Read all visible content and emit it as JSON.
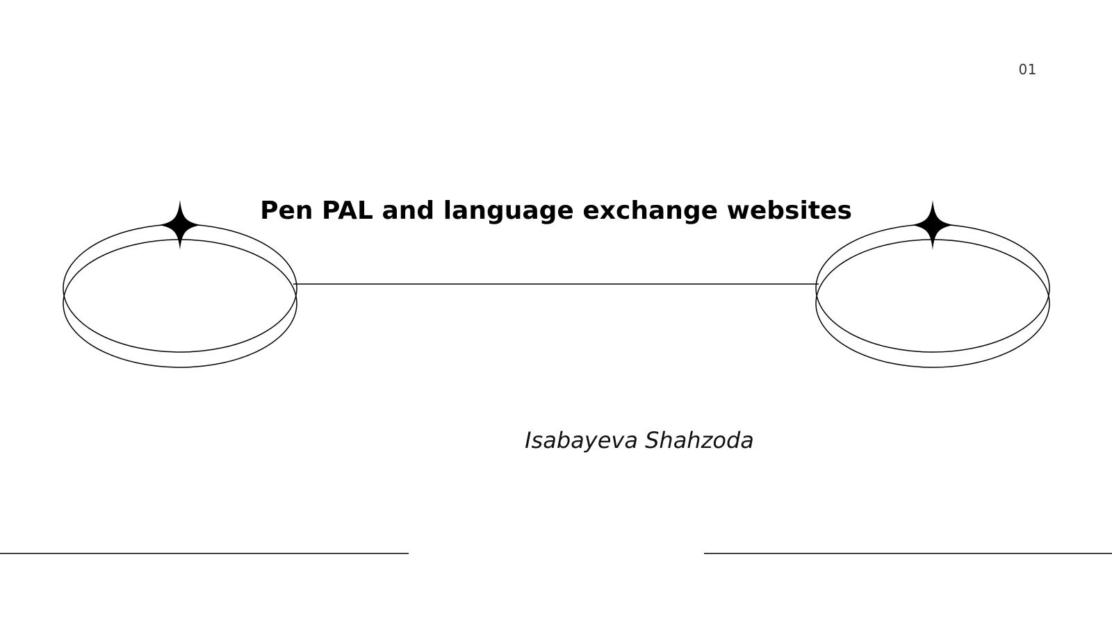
{
  "slide": {
    "number": "01",
    "title": "Pen PAL and language exchange websites",
    "author": "Isabayeva Shahzoda"
  },
  "colors": {
    "background": "#ffffff",
    "ink": "#000000"
  },
  "icons": {
    "left_ornament": "sparkle-icon",
    "right_ornament": "sparkle-icon"
  }
}
